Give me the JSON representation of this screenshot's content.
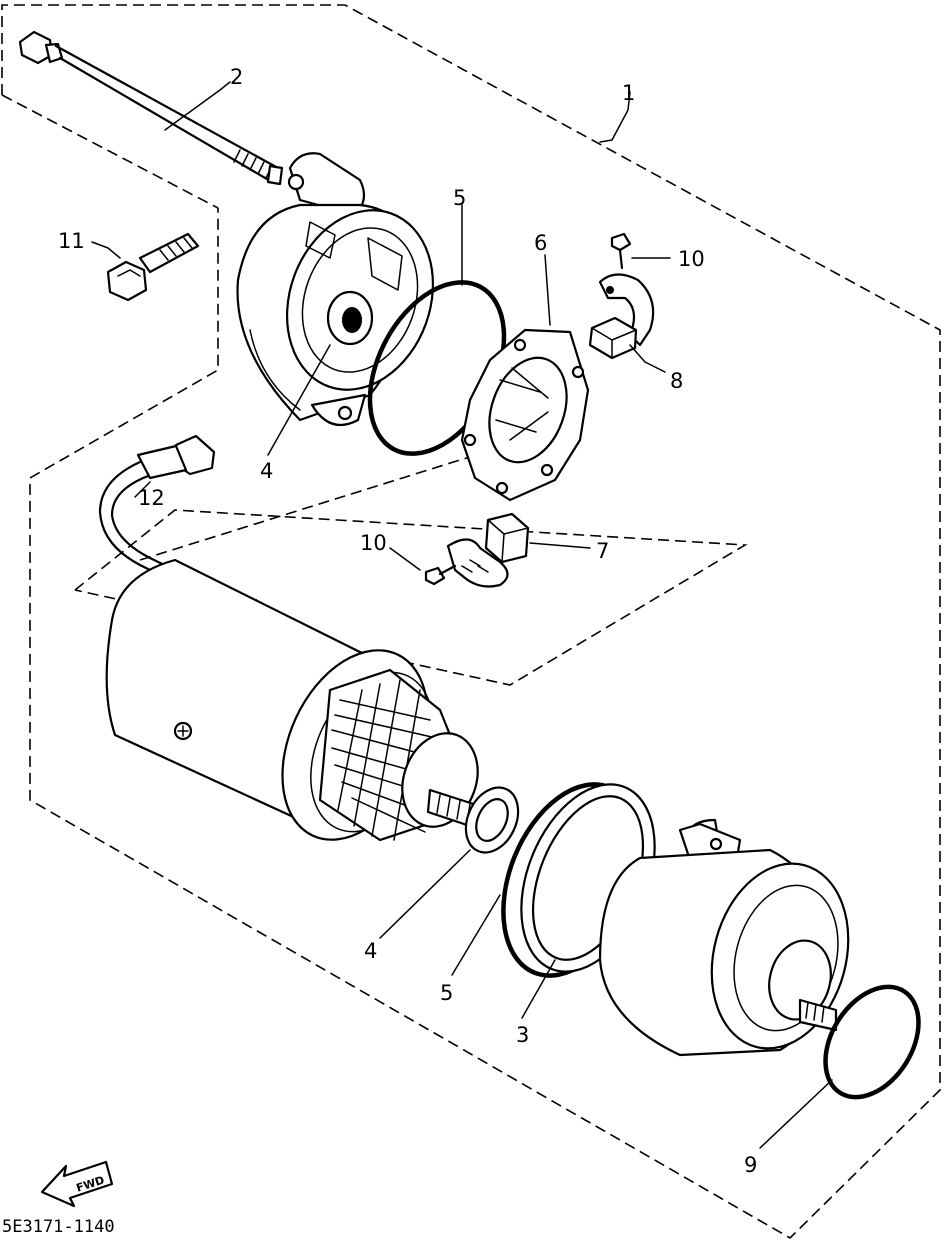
{
  "callouts": [
    {
      "id": "c1",
      "text": "1"
    },
    {
      "id": "c2",
      "text": "2"
    },
    {
      "id": "c3",
      "text": "3"
    },
    {
      "id": "c4a",
      "text": "4"
    },
    {
      "id": "c4b",
      "text": "4"
    },
    {
      "id": "c5a",
      "text": "5"
    },
    {
      "id": "c5b",
      "text": "5"
    },
    {
      "id": "c6",
      "text": "6"
    },
    {
      "id": "c7",
      "text": "7"
    },
    {
      "id": "c8",
      "text": "8"
    },
    {
      "id": "c9",
      "text": "9"
    },
    {
      "id": "c10a",
      "text": "10"
    },
    {
      "id": "c10b",
      "text": "10"
    },
    {
      "id": "c11",
      "text": "11"
    },
    {
      "id": "c12",
      "text": "12"
    }
  ],
  "direction_label": "FWD",
  "drawing_code": "5E3171-1140"
}
